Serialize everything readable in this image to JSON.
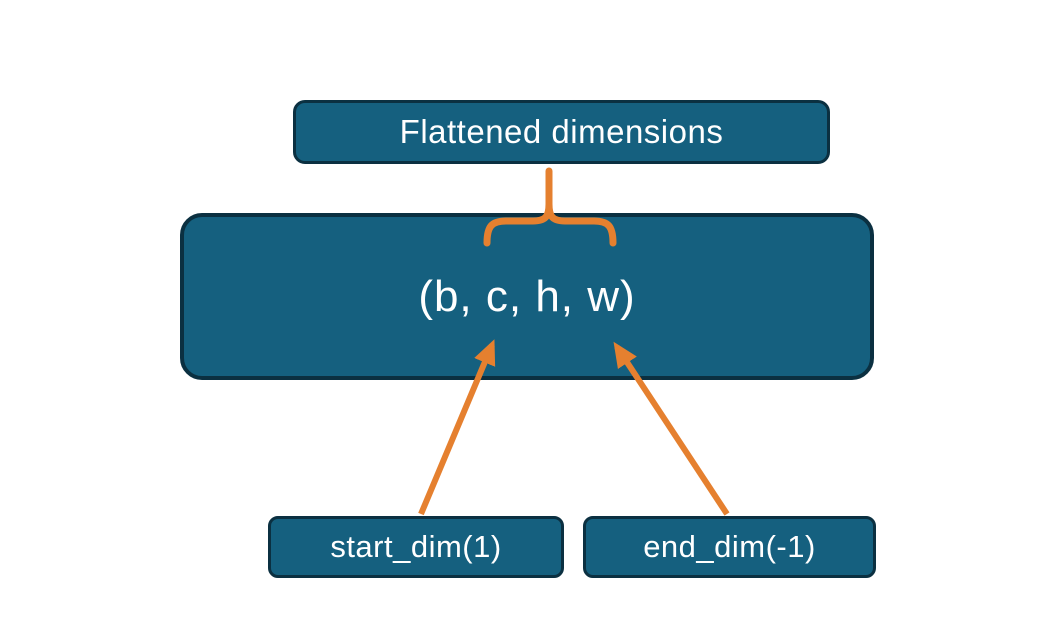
{
  "colors": {
    "background": "#ffffff",
    "box_fill": "#15607f",
    "box_border": "#0b3041",
    "accent": "#e5802f",
    "text": "#ffffff"
  },
  "nodes": {
    "flattened": {
      "label": "Flattened dimensions"
    },
    "tensor": {
      "label": "(b, c, h, w)"
    },
    "start_dim": {
      "label": "start_dim(1)"
    },
    "end_dim": {
      "label": "end_dim(-1)"
    }
  }
}
